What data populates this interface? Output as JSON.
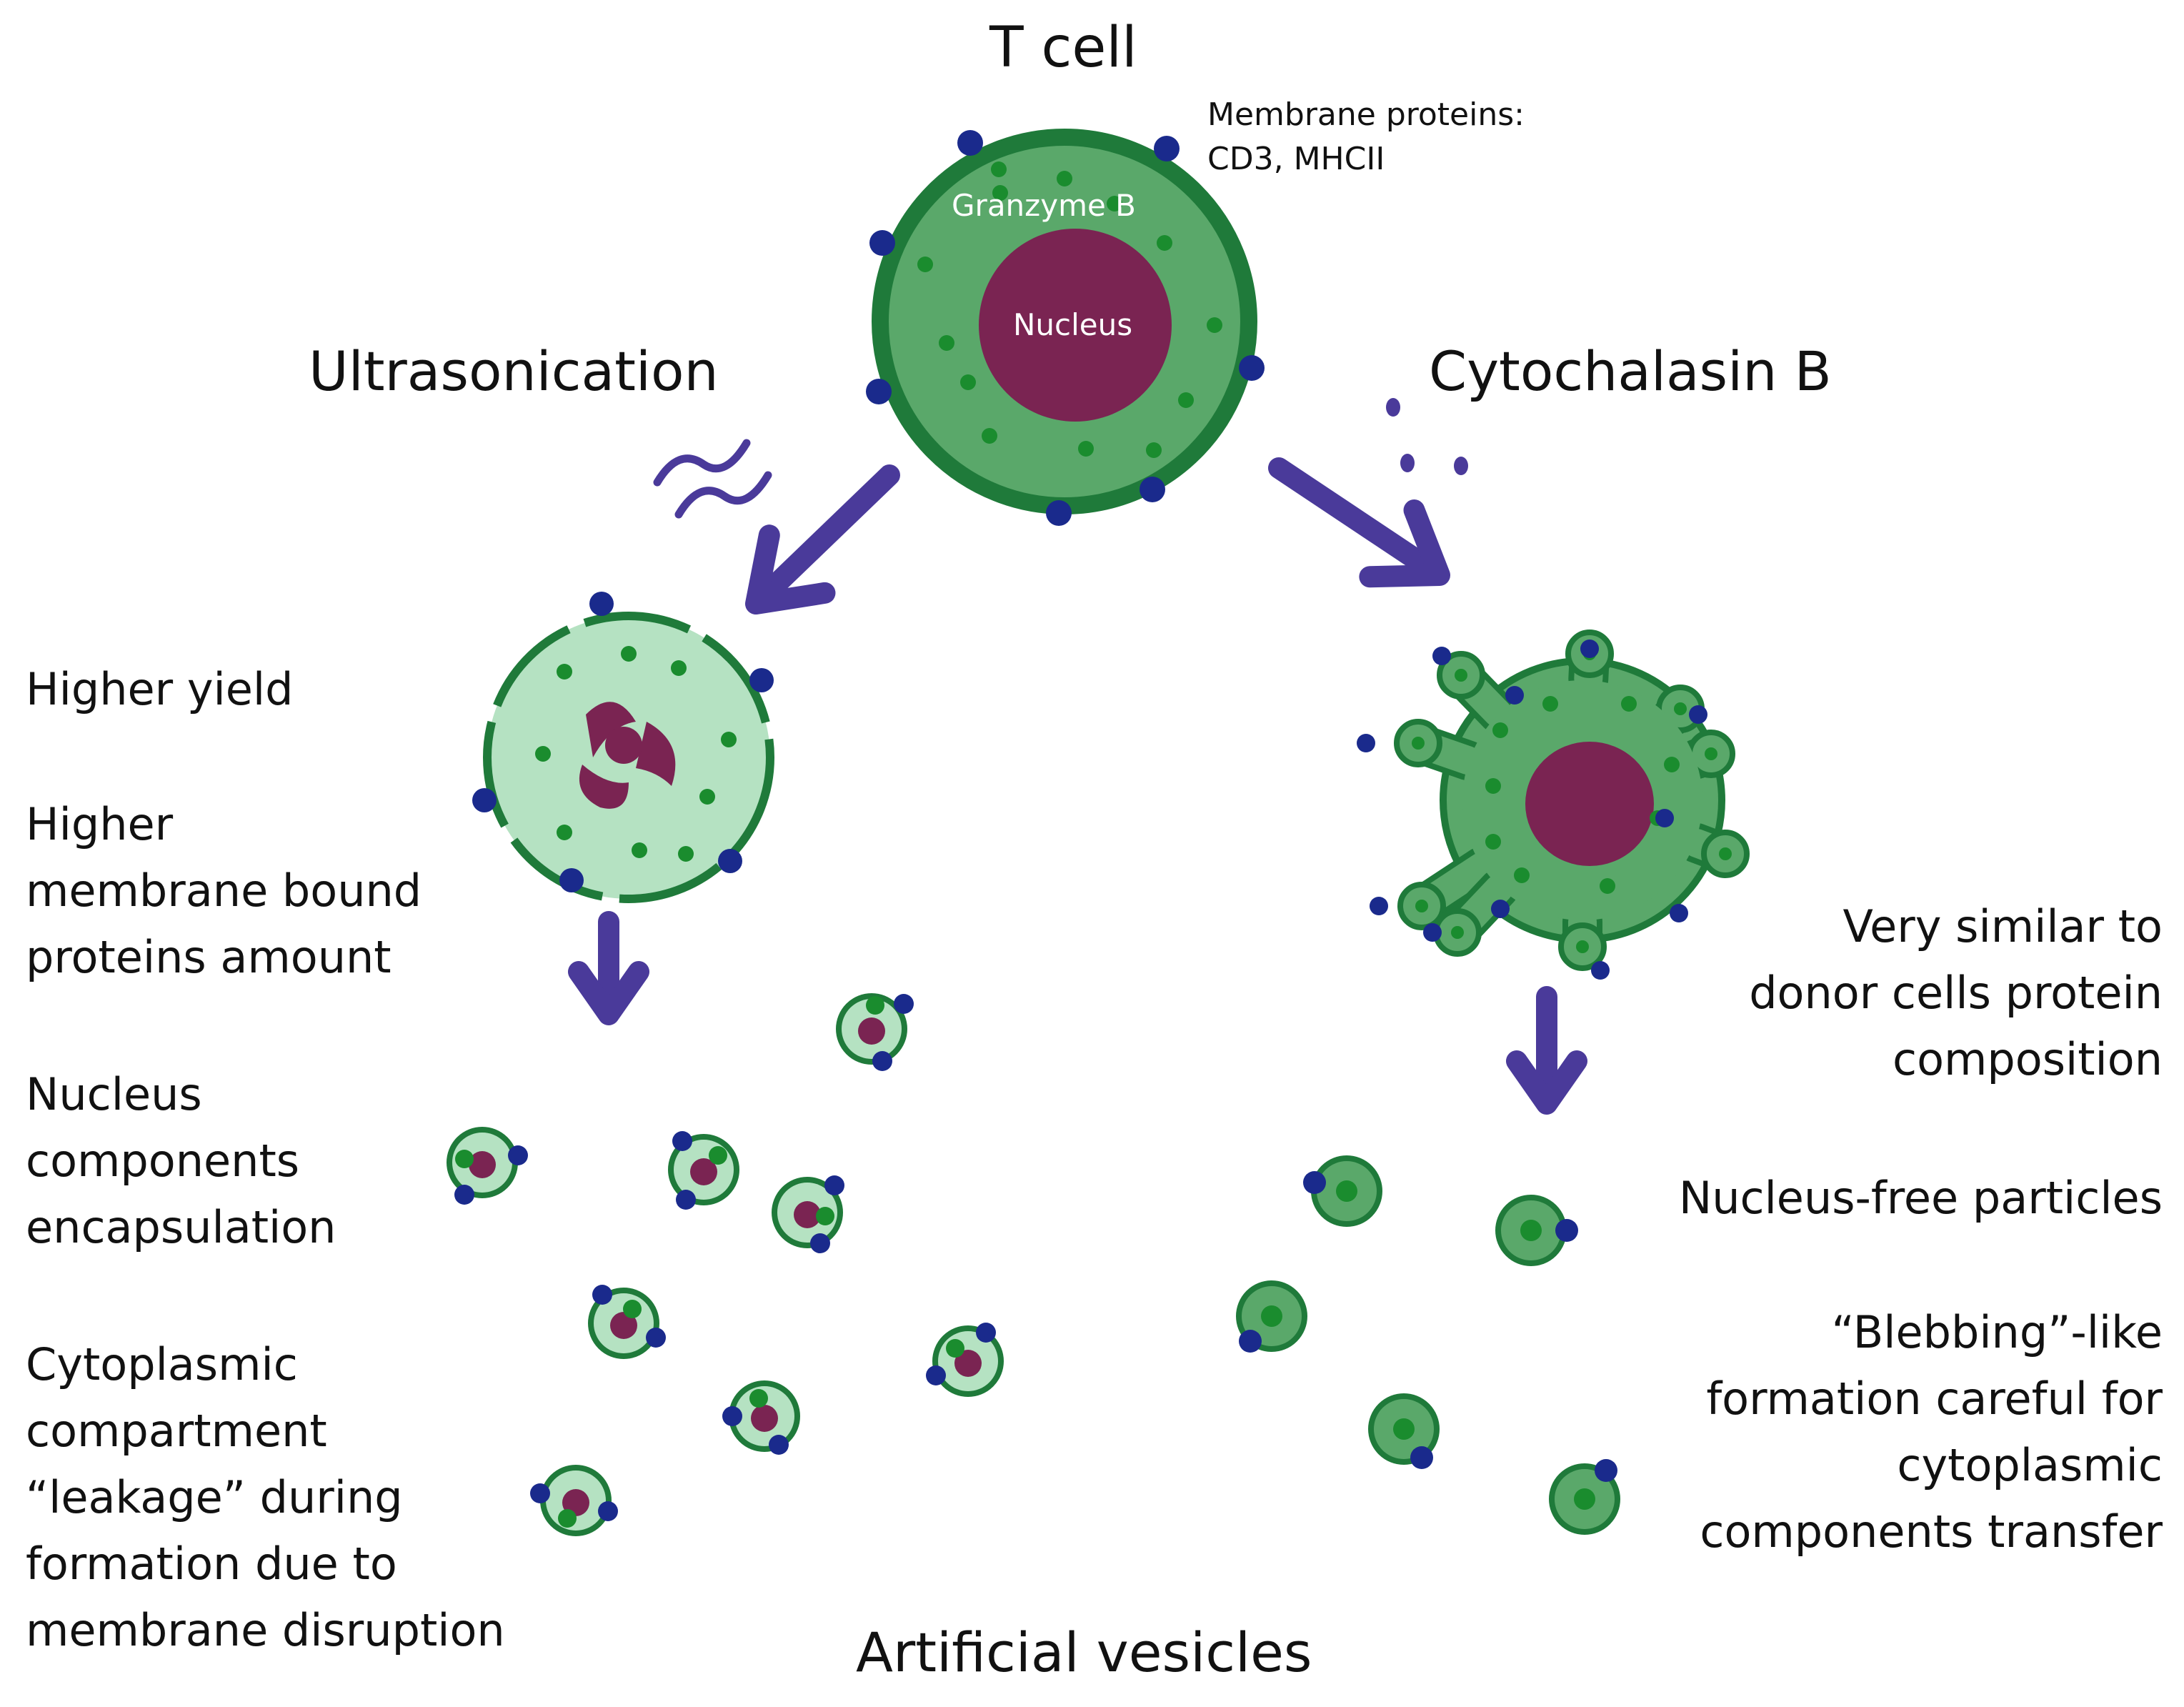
{
  "title": "T cell",
  "membrane_proteins": "Membrane proteins:\nCD3, MHCII",
  "cell_labels": {
    "granzyme": "Granzyme B",
    "nucleus": "Nucleus"
  },
  "methods": {
    "left": "Ultrasonication",
    "right": "Cytochalasin B"
  },
  "left_features": [
    "Higher yield",
    "Higher\nmembrane bound\nproteins amount",
    "Nucleus\ncomponents\nencapsulation",
    "Cytoplasmic\ncompartment\n“leakage” during\nformation due to\nmembrane disruption"
  ],
  "right_features": [
    "Very similar to\ndonor cells protein\ncomposition",
    "Nucleus-free particles",
    "“Blebbing”-like\nformation careful for\ncytoplasmic\ncomponents transfer"
  ],
  "bottom_label": "Artificial vesicles",
  "colors": {
    "membrane": "#1f7a3a",
    "cytoplasm": "#5aa86a",
    "cytoplasm_light": "#b5e2c2",
    "granule": "#1a8c2e",
    "nucleus": "#7a2452",
    "protein": "#1a2a8c",
    "arrow": "#4a3a9a"
  }
}
